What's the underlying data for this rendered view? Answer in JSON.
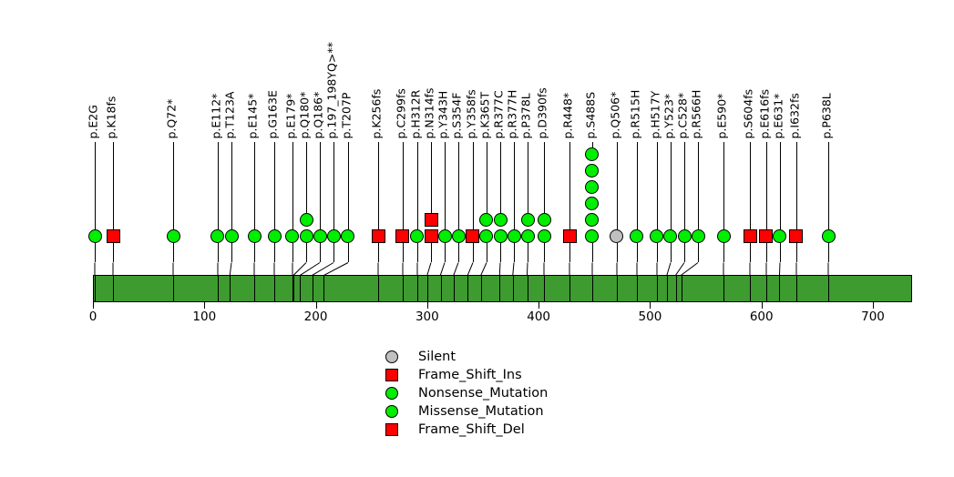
{
  "chart_data": {
    "type": "lollipop",
    "title": "",
    "xlabel": "",
    "ylabel": "",
    "xlim": [
      0,
      735
    ],
    "axis_ticks": [
      0,
      100,
      200,
      300,
      400,
      500,
      600,
      700
    ],
    "protein_length": 735,
    "protein_bar_color": "#3e9b30",
    "legend_position": "bottom-center",
    "colors": {
      "silent": "#c0c0c0",
      "frame_shift_ins": "#ff0000",
      "nonsense_mutation": "#00ee00",
      "missense_mutation": "#00ee00",
      "frame_shift_del": "#ff0000",
      "stroke": "#000000"
    },
    "mutations": [
      {
        "label": "p.E2G",
        "pos": 2,
        "count": 1,
        "shapes": [
          "circle"
        ],
        "colors": [
          "#00ee00"
        ]
      },
      {
        "label": "p.K18fs",
        "pos": 18,
        "count": 1,
        "shapes": [
          "square"
        ],
        "colors": [
          "#ff0000"
        ]
      },
      {
        "label": "p.Q72*",
        "pos": 72,
        "count": 1,
        "shapes": [
          "circle"
        ],
        "colors": [
          "#00ee00"
        ]
      },
      {
        "label": "p.E112*",
        "pos": 112,
        "count": 1,
        "shapes": [
          "circle"
        ],
        "colors": [
          "#00ee00"
        ]
      },
      {
        "label": "p.T123A",
        "pos": 123,
        "count": 1,
        "shapes": [
          "circle"
        ],
        "colors": [
          "#00ee00"
        ]
      },
      {
        "label": "p.E145*",
        "pos": 145,
        "count": 1,
        "shapes": [
          "circle"
        ],
        "colors": [
          "#00ee00"
        ]
      },
      {
        "label": "p.G163E",
        "pos": 163,
        "count": 1,
        "shapes": [
          "circle"
        ],
        "colors": [
          "#00ee00"
        ]
      },
      {
        "label": "p.E179*",
        "pos": 179,
        "count": 1,
        "shapes": [
          "circle"
        ],
        "colors": [
          "#00ee00"
        ]
      },
      {
        "label": "p.Q180*",
        "pos": 180,
        "count": 2,
        "shapes": [
          "circle",
          "circle"
        ],
        "colors": [
          "#00ee00",
          "#00ee00"
        ]
      },
      {
        "label": "p.Q186*",
        "pos": 186,
        "count": 1,
        "shapes": [
          "circle"
        ],
        "colors": [
          "#00ee00"
        ]
      },
      {
        "label": "p.197_198YQ>**",
        "pos": 197,
        "count": 1,
        "shapes": [
          "circle"
        ],
        "colors": [
          "#00ee00"
        ]
      },
      {
        "label": "p.T207P",
        "pos": 207,
        "count": 1,
        "shapes": [
          "circle"
        ],
        "colors": [
          "#00ee00"
        ]
      },
      {
        "label": "p.K256fs",
        "pos": 256,
        "count": 1,
        "shapes": [
          "square"
        ],
        "colors": [
          "#ff0000"
        ]
      },
      {
        "label": "p.C299fs",
        "pos": 278,
        "count": 1,
        "shapes": [
          "square"
        ],
        "colors": [
          "#ff0000"
        ]
      },
      {
        "label": "p.H312R",
        "pos": 291,
        "count": 1,
        "shapes": [
          "circle"
        ],
        "colors": [
          "#00ee00"
        ]
      },
      {
        "label": "p.N314fs",
        "pos": 300,
        "count": 2,
        "shapes": [
          "square",
          "square"
        ],
        "colors": [
          "#ff0000",
          "#ff0000"
        ]
      },
      {
        "label": "p.Y343H",
        "pos": 312,
        "count": 1,
        "shapes": [
          "circle"
        ],
        "colors": [
          "#00ee00"
        ]
      },
      {
        "label": "p.S354F",
        "pos": 324,
        "count": 1,
        "shapes": [
          "circle"
        ],
        "colors": [
          "#00ee00"
        ]
      },
      {
        "label": "p.Y358fs",
        "pos": 336,
        "count": 1,
        "shapes": [
          "square"
        ],
        "colors": [
          "#ff0000"
        ]
      },
      {
        "label": "p.K365T",
        "pos": 348,
        "count": 2,
        "shapes": [
          "circle",
          "circle"
        ],
        "colors": [
          "#00ee00",
          "#00ee00"
        ]
      },
      {
        "label": "p.R377C",
        "pos": 365,
        "count": 2,
        "shapes": [
          "circle",
          "circle"
        ],
        "colors": [
          "#00ee00",
          "#00ee00"
        ]
      },
      {
        "label": "p.R377H",
        "pos": 377,
        "count": 1,
        "shapes": [
          "circle"
        ],
        "colors": [
          "#00ee00"
        ]
      },
      {
        "label": "p.P378L",
        "pos": 390,
        "count": 2,
        "shapes": [
          "circle",
          "circle"
        ],
        "colors": [
          "#00ee00",
          "#00ee00"
        ]
      },
      {
        "label": "p.D390fs",
        "pos": 405,
        "count": 2,
        "shapes": [
          "circle",
          "circle"
        ],
        "colors": [
          "#00ee00",
          "#00ee00"
        ]
      },
      {
        "label": "p.R448*",
        "pos": 428,
        "count": 1,
        "shapes": [
          "square"
        ],
        "colors": [
          "#ff0000"
        ]
      },
      {
        "label": "p.S488S",
        "pos": 448,
        "count": 6,
        "shapes": [
          "circle",
          "circle",
          "circle",
          "circle",
          "circle",
          "circle"
        ],
        "colors": [
          "#00ee00",
          "#00ee00",
          "#00ee00",
          "#00ee00",
          "#00ee00",
          "#00ee00"
        ]
      },
      {
        "label": "p.Q506*",
        "pos": 470,
        "count": 1,
        "shapes": [
          "circle"
        ],
        "colors": [
          "#c0c0c0"
        ]
      },
      {
        "label": "p.R515H",
        "pos": 488,
        "count": 1,
        "shapes": [
          "circle"
        ],
        "colors": [
          "#00ee00"
        ]
      },
      {
        "label": "p.H517Y",
        "pos": 506,
        "count": 1,
        "shapes": [
          "circle"
        ],
        "colors": [
          "#00ee00"
        ]
      },
      {
        "label": "p.Y523*",
        "pos": 515,
        "count": 1,
        "shapes": [
          "circle"
        ],
        "colors": [
          "#00ee00"
        ]
      },
      {
        "label": "p.C528*",
        "pos": 523,
        "count": 1,
        "shapes": [
          "circle"
        ],
        "colors": [
          "#00ee00"
        ]
      },
      {
        "label": "p.R566H",
        "pos": 528,
        "count": 1,
        "shapes": [
          "circle"
        ],
        "colors": [
          "#00ee00"
        ]
      },
      {
        "label": "p.E590*",
        "pos": 566,
        "count": 1,
        "shapes": [
          "circle"
        ],
        "colors": [
          "#00ee00"
        ]
      },
      {
        "label": "p.S604fs",
        "pos": 590,
        "count": 1,
        "shapes": [
          "square"
        ],
        "colors": [
          "#ff0000"
        ]
      },
      {
        "label": "p.E616fs",
        "pos": 604,
        "count": 1,
        "shapes": [
          "square"
        ],
        "colors": [
          "#ff0000"
        ]
      },
      {
        "label": "p.E631*",
        "pos": 616,
        "count": 1,
        "shapes": [
          "circle"
        ],
        "colors": [
          "#00ee00"
        ]
      },
      {
        "label": "p.I632fs",
        "pos": 631,
        "count": 1,
        "shapes": [
          "square"
        ],
        "colors": [
          "#ff0000"
        ]
      },
      {
        "label": "p.P638L",
        "pos": 660,
        "count": 1,
        "shapes": [
          "circle"
        ],
        "colors": [
          "#00ee00"
        ]
      }
    ],
    "legend": [
      {
        "label": "Silent",
        "shape": "circle",
        "color": "#c0c0c0"
      },
      {
        "label": "Frame_Shift_Ins",
        "shape": "square",
        "color": "#ff0000"
      },
      {
        "label": "Nonsense_Mutation",
        "shape": "circle",
        "color": "#00ee00"
      },
      {
        "label": "Missense_Mutation",
        "shape": "circle",
        "color": "#00ee00"
      },
      {
        "label": "Frame_Shift_Del",
        "shape": "square",
        "color": "#ff0000"
      }
    ]
  }
}
